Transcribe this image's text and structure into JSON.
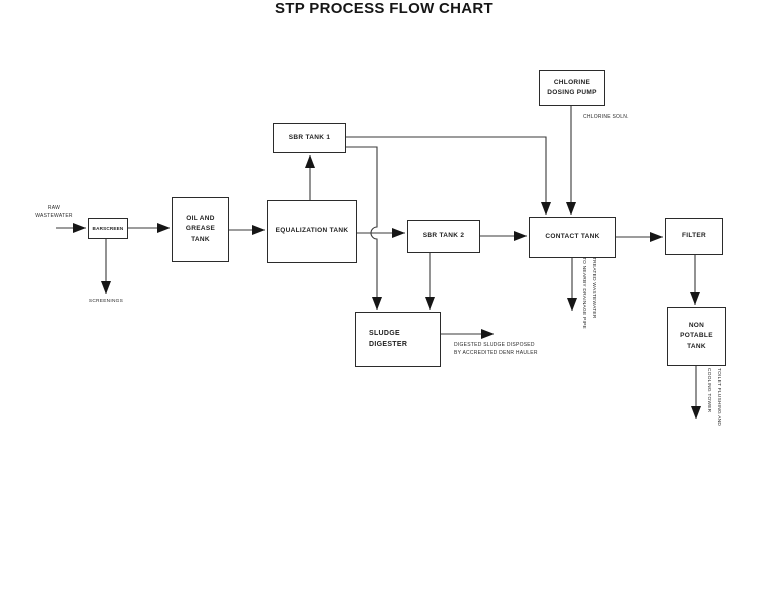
{
  "title": "STP PROCESS FLOW CHART",
  "nodes": {
    "barscreen": "BARSCREEN",
    "oil_grease_tank": "OIL AND\nGREASE\nTANK",
    "equalization_tank": "EQUALIZATION TANK",
    "sbr_tank_1": "SBR TANK 1",
    "sbr_tank_2": "SBR TANK 2",
    "contact_tank": "CONTACT TANK",
    "filter": "FILTER",
    "non_potable_tank": "NON\nPOTABLE\nTANK",
    "chlorine_dosing_pump": "CHLORINE\nDOSING PUMP",
    "sludge_digester": "SLUDGE\nDIGESTER"
  },
  "labels": {
    "raw_wastewater": "RAW\nWASTEWATER",
    "screenings": "SCREENINGS",
    "chlorine_soln": "CHLORINE SOLN.",
    "digested_sludge": "DIGESTED SLUDGE DISPOSED\nBY ACCREDITED DENR HAULER",
    "treated_wastewater": "TREATED WASTEWATER\nTO NEARBY DRAINAGE PIPE",
    "toilet_flushing": "TOILET FLUSHING AND\nCOOLING TOWER"
  },
  "edges": [
    {
      "from": "RAW WASTEWATER",
      "to": "BARSCREEN"
    },
    {
      "from": "BARSCREEN",
      "to": "OIL AND GREASE TANK"
    },
    {
      "from": "BARSCREEN",
      "to": "SCREENINGS"
    },
    {
      "from": "OIL AND GREASE TANK",
      "to": "EQUALIZATION TANK"
    },
    {
      "from": "EQUALIZATION TANK",
      "to": "SBR TANK 1"
    },
    {
      "from": "EQUALIZATION TANK",
      "to": "SBR TANK 2"
    },
    {
      "from": "SBR TANK 1",
      "to": "CONTACT TANK"
    },
    {
      "from": "SBR TANK 1",
      "to": "SLUDGE DIGESTER"
    },
    {
      "from": "SBR TANK 2",
      "to": "CONTACT TANK"
    },
    {
      "from": "SBR TANK 2",
      "to": "SLUDGE DIGESTER"
    },
    {
      "from": "CHLORINE DOSING PUMP",
      "to": "CONTACT TANK",
      "label": "CHLORINE SOLN."
    },
    {
      "from": "CONTACT TANK",
      "to": "FILTER"
    },
    {
      "from": "CONTACT TANK",
      "to": "TREATED WASTEWATER TO NEARBY DRAINAGE PIPE"
    },
    {
      "from": "FILTER",
      "to": "NON POTABLE TANK"
    },
    {
      "from": "NON POTABLE TANK",
      "to": "TOILET FLUSHING AND COOLING TOWER"
    },
    {
      "from": "SLUDGE DIGESTER",
      "to": "DIGESTED SLUDGE DISPOSED BY ACCREDITED DENR HAULER"
    }
  ],
  "colors": {
    "background": "#ffffff",
    "line": "#3a3a3a",
    "arrowhead": "#161616",
    "ink": "#1f1f1f"
  }
}
